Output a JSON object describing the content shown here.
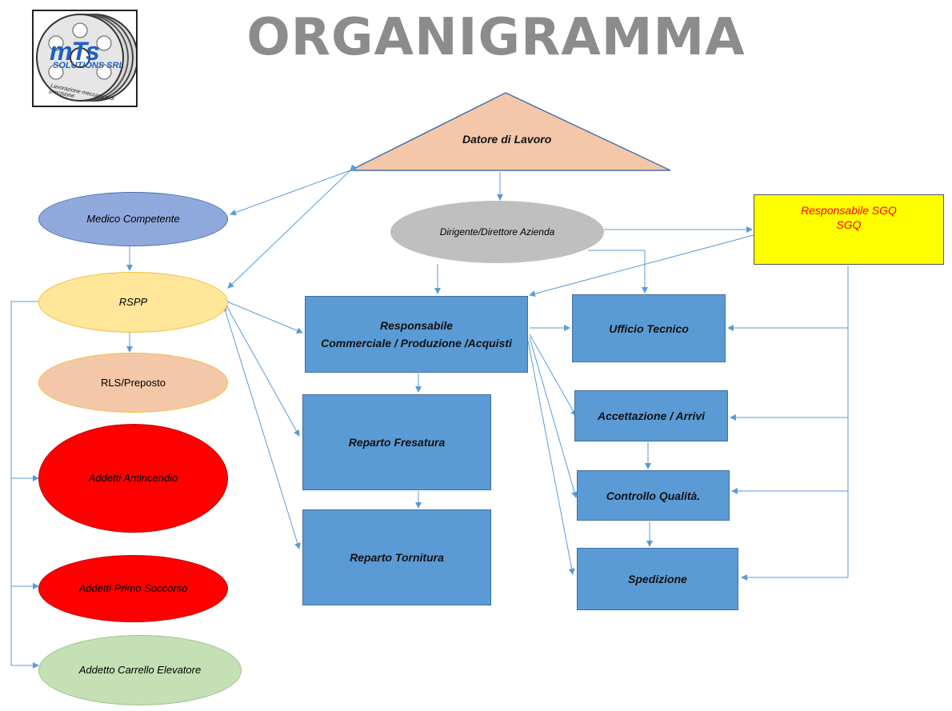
{
  "title": "ORGANIGRAMMA",
  "logo": {
    "brand": "mTs",
    "sub": "SOLUTIONS SRL",
    "tagline": "Lavorazione meccanica di precisione"
  },
  "colors": {
    "title": "#8c8c8c",
    "arrow": "#5b9bd5",
    "box_fill": "#5b9bd5",
    "triangle_fill": "#f4c7a8",
    "ellipse_blue": "#8fa9dc",
    "ellipse_gray": "#bfbfbf",
    "ellipse_yellow": "#ffe699",
    "ellipse_peach": "#f4c7a8",
    "ellipse_red": "#ff0000",
    "ellipse_green": "#c5e0b4",
    "sgq_fill": "#ffff00",
    "sgq_text": "#ff0000"
  },
  "nodes": {
    "datore": "Datore di Lavoro",
    "dirigente": "Dirigente/Direttore Azienda",
    "sgq_line1": "Responsabile SGQ",
    "sgq_line2": "SGQ",
    "medico": "Medico Competente",
    "rspp": "RSPP",
    "rls": "RLS/Preposto",
    "antincendio": "Addetti Antincendio",
    "primo_soccorso": "Addetti Primo Soccorso",
    "carrello": "Addetto Carrello Elevatore",
    "responsabile_line1": "Responsabile",
    "responsabile_line2": "Commerciale / Produzione /Acquisti",
    "ufficio_tecnico": "Ufficio Tecnico",
    "fresatura": "Reparto Fresatura",
    "tornitura": "Reparto Tornitura",
    "accettazione": "Accettazione / Arrivi",
    "controllo": "Controllo Qualità.",
    "spedizione": "Spedizione"
  }
}
